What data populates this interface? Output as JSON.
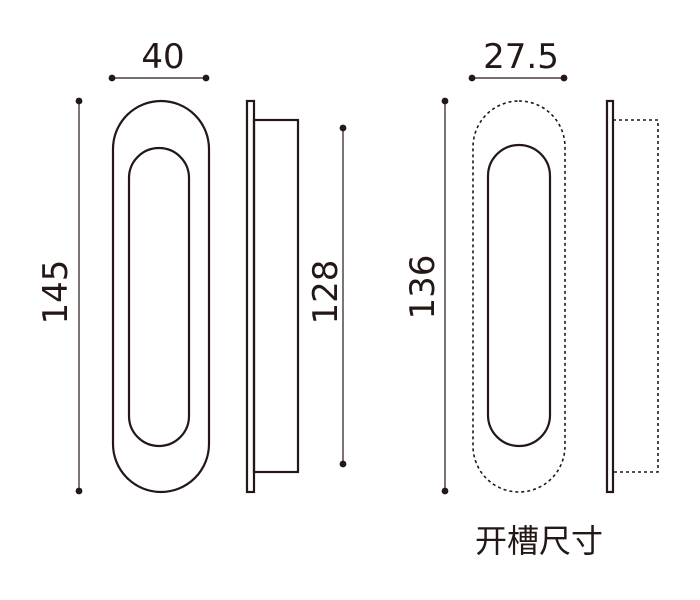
{
  "diagram": {
    "handle_width": "40",
    "handle_height": "145",
    "handle_depth_height": "128",
    "cutout_width": "27.5",
    "cutout_height": "136",
    "cutout_caption": "开槽尺寸"
  },
  "colors": {
    "line": "#231815",
    "background": "#ffffff"
  }
}
